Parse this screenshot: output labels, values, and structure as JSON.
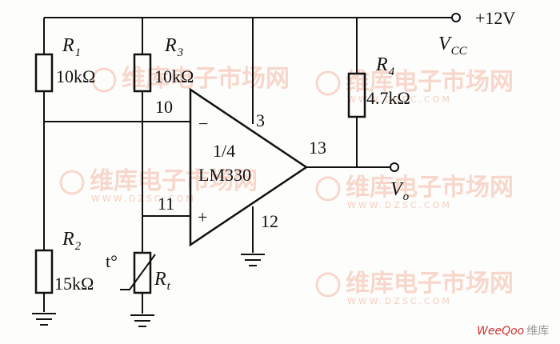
{
  "supply": {
    "voltage": "+12V",
    "vcc_main": "V",
    "vcc_sub": "CC"
  },
  "output": {
    "main": "V",
    "sub": "o"
  },
  "opamp": {
    "fraction": "1/4",
    "model": "LM330",
    "pin_inv": "10",
    "pin_noninv": "11",
    "pin_vcc": "3",
    "pin_gnd": "12",
    "pin_out": "13",
    "sign_minus": "−",
    "sign_plus": "+"
  },
  "components": {
    "r1": {
      "name": "R",
      "sub": "1",
      "value": "10kΩ"
    },
    "r2": {
      "name": "R",
      "sub": "2",
      "value": "15kΩ"
    },
    "r3": {
      "name": "R",
      "sub": "3",
      "value": "10kΩ"
    },
    "r4": {
      "name": "R",
      "sub": "4",
      "value": "4.7kΩ"
    },
    "rt": {
      "name": "R",
      "sub": "t",
      "temp": "t°"
    }
  },
  "watermark": {
    "brand": "维库电子市场网",
    "url": "WWW.DZSC.COM",
    "corner_brand": "WeeQoo",
    "corner_suffix": "维库"
  }
}
